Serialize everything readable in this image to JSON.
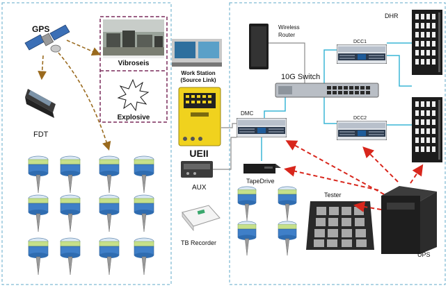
{
  "labels": {
    "gps": "GPS",
    "fdt": "FDT",
    "vibroseis": "Vibroseis",
    "explosive": "Explosive",
    "workstation_line1": "Work Station",
    "workstation_line2": "(Source Link)",
    "ueii": "UEII",
    "aux": "AUX",
    "tb_recorder": "TB Recorder",
    "wireless_router_line1": "Wireless",
    "wireless_router_line2": "Router",
    "switch_10g": "10G Switch",
    "dcc1": "DCC1",
    "dcc2": "DCC2",
    "dmc": "DMC",
    "dhr": "DHR",
    "tapedrive": "TapeDrive",
    "tester": "Tester",
    "ups": "UPS"
  },
  "colors": {
    "dashed_border": "#5fa8c8",
    "source_box_border": "#7a2a5a",
    "gps_arrow": "#9a6a1e",
    "red_arrow": "#d8261c",
    "network_line": "#3ab6d6",
    "gray_line": "#8a8a8a",
    "node_blue": "#3f7fc8",
    "node_green": "#b6d77a",
    "ueii_yellow": "#f0d21e"
  },
  "icons": [
    "gps-satellite-icon",
    "fdt-handheld-icon",
    "vibroseis-photo-icon",
    "explosion-icon",
    "workstation-icon",
    "ueii-unit-icon",
    "aux-unit-icon",
    "tb-recorder-icon",
    "wireless-router-icon",
    "switch-icon",
    "server-icon",
    "dhr-rack-icon",
    "tapedrive-icon",
    "tester-icon",
    "ups-icon",
    "field-node-icon"
  ]
}
